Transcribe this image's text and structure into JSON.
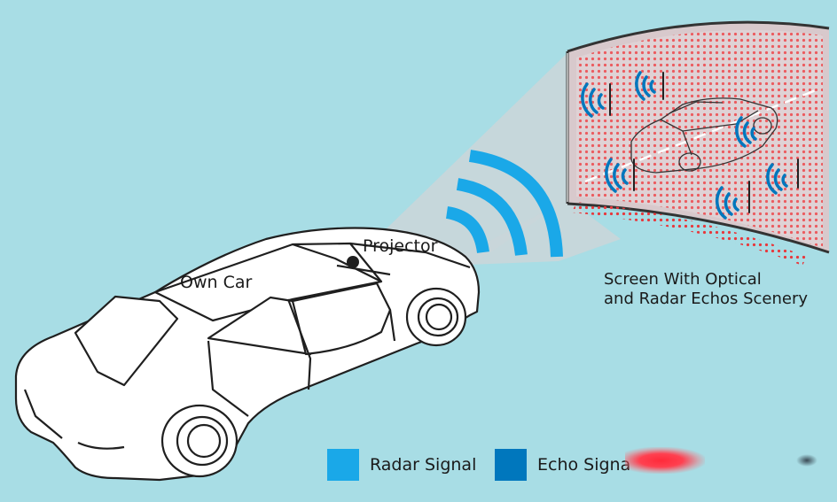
{
  "labels": {
    "own_car": "Own Car",
    "projector": "Projector",
    "screen_line1": "Screen With Optical",
    "screen_line2": "and Radar Echos Scenery"
  },
  "legend": [
    {
      "label": "Radar Signal",
      "color": "#1aa8e8"
    },
    {
      "label": "Echo Signa",
      "color": "#0077bd"
    }
  ],
  "colors": {
    "background": "#a8dde5",
    "radar": "#1aa8e8",
    "echo": "#0077bd",
    "screen_dots": "#e8383c",
    "beam": "#c9d6d9"
  },
  "icons": [
    "car-outline",
    "projector-dot",
    "radar-waves",
    "echo-waves",
    "target-car-outline"
  ]
}
